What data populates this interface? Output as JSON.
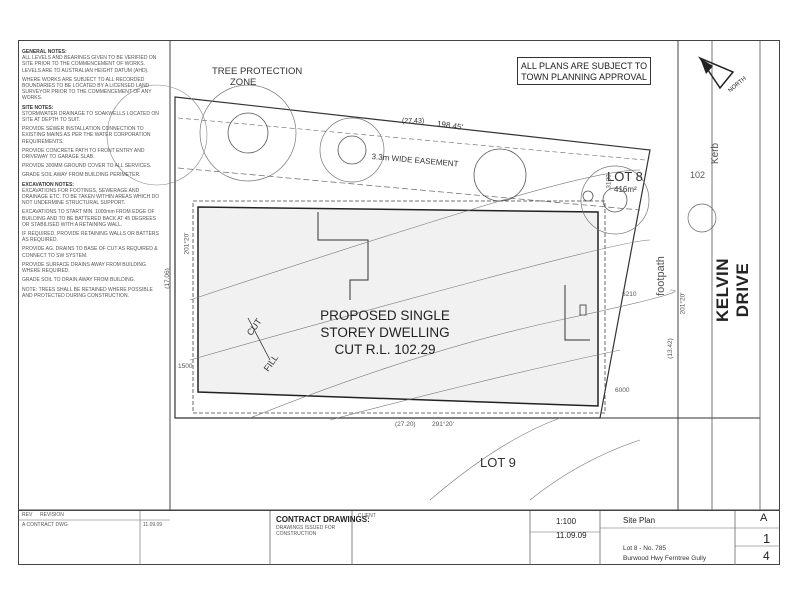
{
  "notes": {
    "heading_general": "GENERAL NOTES:",
    "general": "ALL LEVELS AND BEARINGS GIVEN TO BE VERIFIED ON SITE PRIOR TO THE COMMENCEMENT OF WORKS. LEVELS ARE TO AUSTRALIAN HEIGHT DATUM (AHD).",
    "general_2": "WHERE WORKS ARE SUBJECT TO ALL RECORDED BOUNDARIES TO BE LOCATED BY A LICENSED LAND SURVEYOR PRIOR TO THE COMMENCEMENT OF ANY WORKS.",
    "heading_site": "SITE NOTES:",
    "site_1": "STORMWATER DRAINAGE TO SOAKWELLS LOCATED ON SITE AT DEPTH TO SUIT.",
    "site_2": "PROVIDE SEWER INSTALLATION CONNECTION TO EXISTING MAINS AS PER THE WATER CORPORATION REQUIREMENTS.",
    "site_3": "PROVIDE CONCRETE PATH TO FRONT ENTRY AND DRIVEWAY TO GARAGE SLAB.",
    "site_4": "PROVIDE 300MM GROUND COVER TO ALL SERVICES.",
    "site_5": "GRADE SOIL AWAY FROM BUILDING PERIMETER.",
    "heading_excavation": "EXCAVATION NOTES:",
    "exc_1": "EXCAVATIONS FOR FOOTINGS, SEWERAGE AND DRAINAGE ETC. TO BE TAKEN WITHIN AREAS WHICH DO NOT UNDERMINE STRUCTURAL SUPPORT.",
    "exc_2": "EXCAVATIONS TO START MIN. 1000mm FROM EDGE OF BUILDING AND TO BE BATTERED BACK AT 45 DEGREES OR STABILISED WITH A RETAINING WALL.",
    "exc_3": "IF REQUIRED, PROVIDE RETAINING WALLS OR BATTERS AS REQUIRED.",
    "exc_4": "PROVIDE AG. DRAINS TO BASE OF CUT AS REQUIRED & CONNECT TO SW SYSTEM.",
    "exc_5": "PROVIDE SURFACE DRAINS AWAY FROM BUILDING WHERE REQUIRED.",
    "exc_6": "GRADE SOIL TO DRAIN AWAY FROM BUILDING.",
    "exc_7": "NOTE: TREES SHALL BE RETAINED WHERE POSSIBLE AND PROTECTED DURING CONSTRUCTION."
  },
  "approval": "ALL PLANS ARE SUBJECT TO TOWN PLANNING APPROVAL",
  "labels": {
    "tree_zone_1": "TREE PROTECTION",
    "tree_zone_2": "ZONE",
    "easement": "3.3m WIDE EASEMENT",
    "bearing_top": "198.45'",
    "dim_top": "(27.43)",
    "lot8": "LOT 8",
    "lot8_area": "416m²",
    "proposed_1": "PROPOSED SINGLE",
    "proposed_2": "STOREY DWELLING",
    "proposed_3": "CUT R.L. 102.29",
    "cut": "CUT",
    "fill": "FILL",
    "street": "KELVIN DRIVE",
    "footpath": "footpath",
    "kerb": "Kerb",
    "lot9": "LOT 9",
    "rl_102": "102",
    "dim_left": "(17.06)",
    "bearing_left": "201°20'",
    "dim_right": "(13.42)",
    "bearing_right": "201°20'",
    "dim_bottom": "(27.20)",
    "bearing_bottom": "291°20'",
    "dim_6210": "6210",
    "dim_6000": "6000",
    "dim_1500": "1500",
    "dim_3100": "3100",
    "north": "NORTH"
  },
  "title_block": {
    "rev_label": "REV",
    "rev_desc": "REVISION",
    "rev_row": "A    CONTRACT DWG",
    "rev_date": "11.09.09",
    "contract_title": "CONTRACT DRAWINGS:",
    "contract_sub": "DRAWINGS ISSUED FOR CONSTRUCTION",
    "client_label": "CLIENT",
    "scale": "1:100",
    "date": "11.09.09",
    "sheet_title": "Site Plan",
    "lot_ref": "Lot 8 - No. 785",
    "address": "Burwood Hwy Ferntree Gully",
    "revision": "A",
    "sheet_no": "1",
    "sheet_of": "4"
  }
}
